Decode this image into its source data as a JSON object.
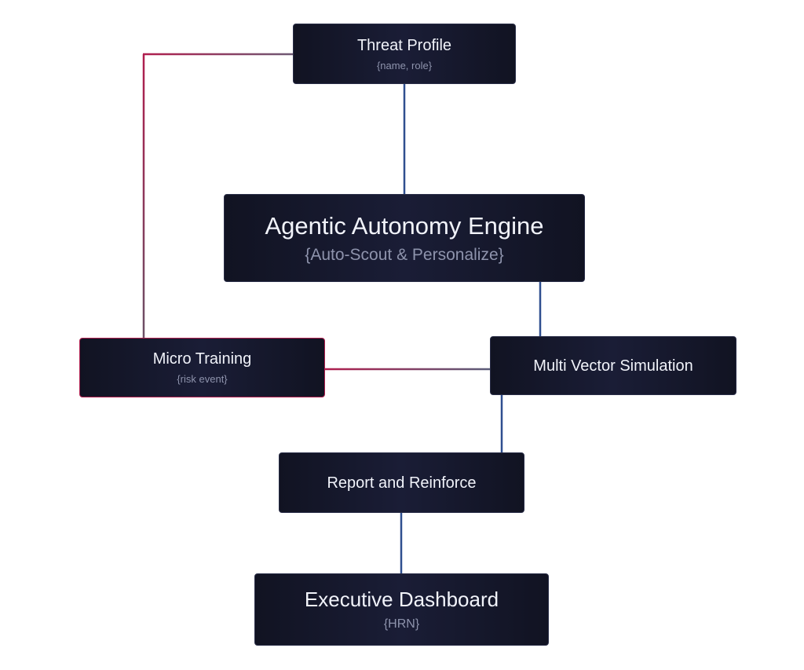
{
  "colors": {
    "node_background": "#111322",
    "node_border": "#2a2e48",
    "alert_border": "#b01e4e",
    "connector_blue": "#2f4f8f",
    "connector_crimson": "#b01e4e",
    "text_primary": "#f1f3fa",
    "text_secondary": "#8e93ac"
  },
  "nodes": {
    "threat_profile": {
      "title": "Threat Profile",
      "sub": "{name, role}"
    },
    "engine": {
      "title": "Agentic Autonomy Engine",
      "sub": "{Auto-Scout & Personalize}"
    },
    "micro_training": {
      "title": "Micro Training",
      "sub": "{risk event}"
    },
    "multi_vector": {
      "title": "Multi Vector Simulation"
    },
    "report": {
      "title": "Report and Reinforce"
    },
    "executive": {
      "title": "Executive Dashboard",
      "sub": "{HRN}"
    }
  },
  "edges": [
    {
      "from": "threat_profile",
      "to": "engine",
      "style": "blue"
    },
    {
      "from": "engine",
      "to": "multi_vector",
      "style": "blue"
    },
    {
      "from": "multi_vector",
      "to": "micro_training",
      "style": "gradient"
    },
    {
      "from": "micro_training",
      "to": "threat_profile",
      "style": "gradient"
    },
    {
      "from": "multi_vector",
      "to": "report",
      "style": "blue"
    },
    {
      "from": "report",
      "to": "executive",
      "style": "blue"
    }
  ]
}
